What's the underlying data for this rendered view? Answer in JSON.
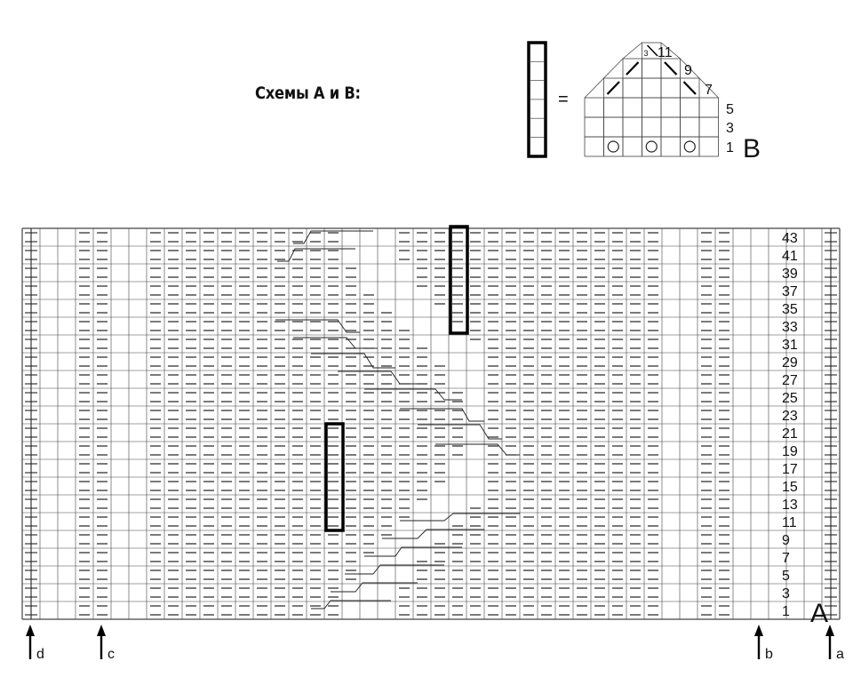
{
  "title": "Схемы А и В:",
  "legend": {
    "equals": "=",
    "chart_b_label": "B",
    "chart_b_rows": [
      "11",
      "9",
      "7",
      "5",
      "3",
      "1"
    ],
    "dec_marker": "3"
  },
  "chart_a": {
    "label": "A",
    "rows": [
      "43",
      "41",
      "39",
      "37",
      "35",
      "33",
      "31",
      "29",
      "27",
      "25",
      "23",
      "21",
      "19",
      "17",
      "15",
      "13",
      "11",
      "9",
      "7",
      "5",
      "3",
      "1"
    ],
    "arrows": [
      {
        "letter": "d",
        "col": 0
      },
      {
        "letter": "c",
        "col": 4
      },
      {
        "letter": "b",
        "col": 41
      },
      {
        "letter": "a",
        "col": 45
      }
    ]
  }
}
